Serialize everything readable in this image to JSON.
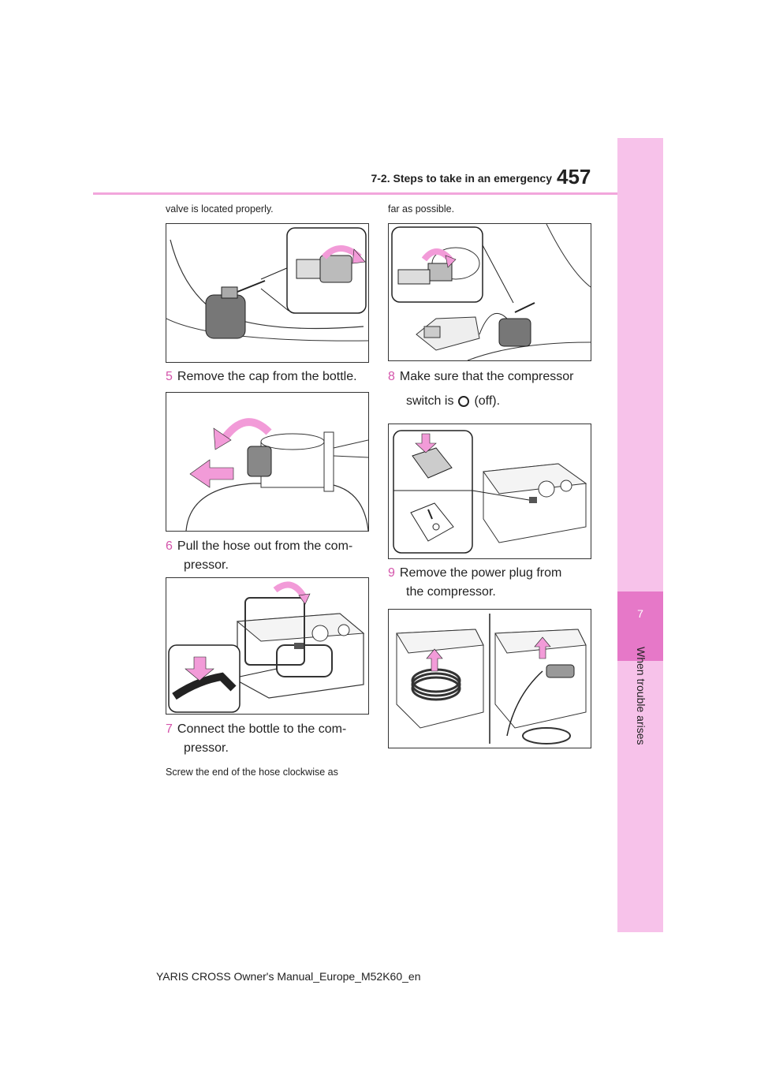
{
  "header": {
    "section_title": "7-2. Steps to take in an emergency",
    "page_number": "457"
  },
  "side_tab": {
    "chapter_number": "7",
    "chapter_title": "When trouble arises"
  },
  "left_column": {
    "top_text": "valve is located properly.",
    "step5": {
      "num": "5",
      "text": "Remove the cap from the bottle."
    },
    "step6": {
      "num": "6",
      "line1": "Pull the hose out from the com-",
      "line2": "pressor."
    },
    "step7": {
      "num": "7",
      "line1": "Connect the bottle to the com-",
      "line2": "pressor."
    },
    "bottom_text": "Screw the end of the hose clockwise as"
  },
  "right_column": {
    "top_text": "far as possible.",
    "step8": {
      "num": "8",
      "line1": "Make sure that the compressor",
      "line2_before": "switch is",
      "line2_after": "(off)."
    },
    "step9": {
      "num": "9",
      "line1": "Remove the power plug from",
      "line2": "the compressor."
    }
  },
  "footer": {
    "text": "YARIS CROSS Owner's Manual_Europe_M52K60_en"
  },
  "colors": {
    "accent": "#e678c8",
    "tab_bg": "#f7c2ea",
    "arrow": "#f29bd8"
  }
}
